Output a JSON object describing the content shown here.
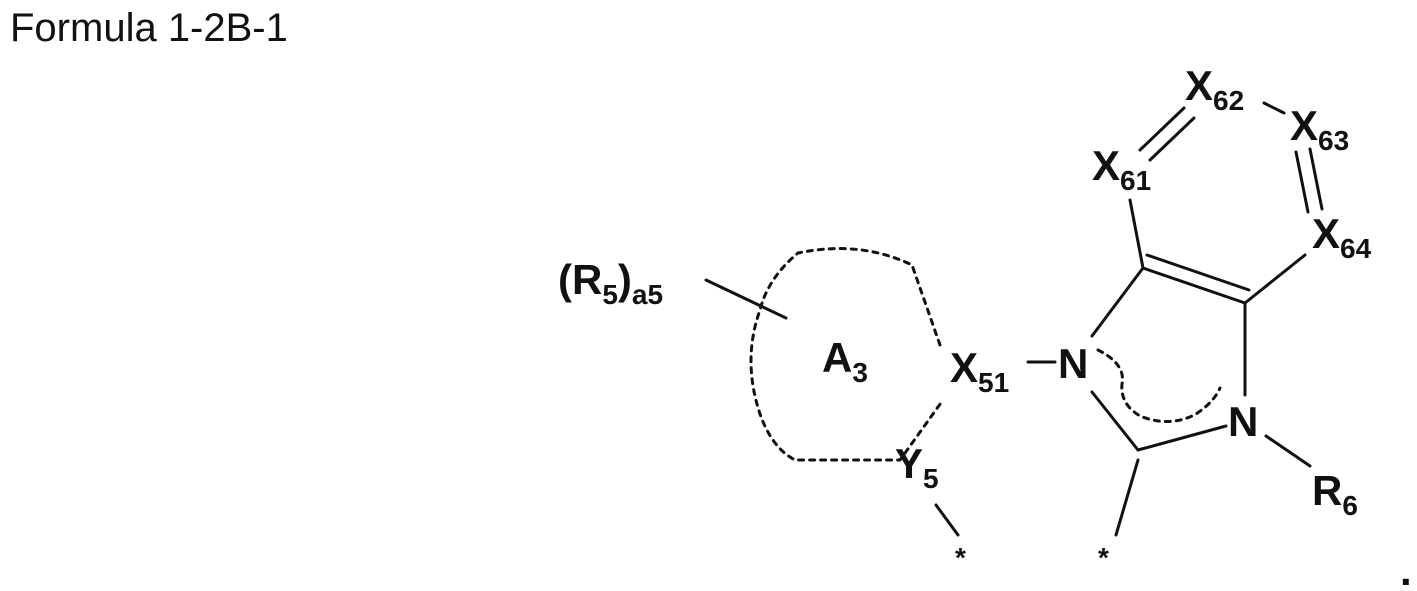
{
  "title": "Formula 1-2B-1",
  "ring_label": {
    "main": "A",
    "sub": "3"
  },
  "atoms": {
    "r5": {
      "open": "(R",
      "sub1": "5",
      "close": ")",
      "sub2": "a5"
    },
    "x51": {
      "main": "X",
      "sub": "51"
    },
    "y5": {
      "main": "Y",
      "sub": "5"
    },
    "n1": {
      "main": "N"
    },
    "n2": {
      "main": "N"
    },
    "x61": {
      "main": "X",
      "sub": "61"
    },
    "x62": {
      "main": "X",
      "sub": "62"
    },
    "x63": {
      "main": "X",
      "sub": "63"
    },
    "x64": {
      "main": "X",
      "sub": "64"
    },
    "r6": {
      "main": "R",
      "sub": "6"
    }
  },
  "attachment_marks": [
    "*",
    "*"
  ],
  "terminal_period": "."
}
